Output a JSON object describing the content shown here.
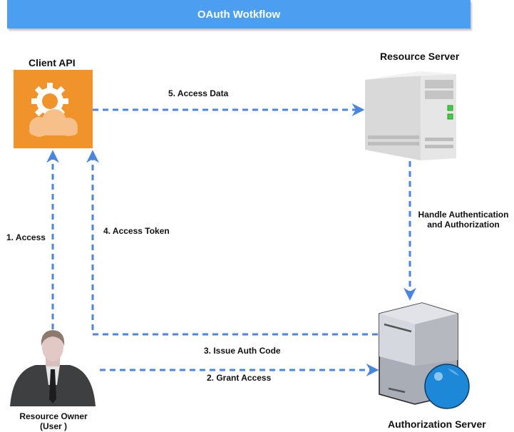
{
  "title": "OAuth Wotkflow",
  "colors": {
    "title_bar": "#4c9ff0",
    "arrow": "#4a86e0",
    "client_box": "#f0932b"
  },
  "nodes": {
    "client_api": {
      "label": "Client API",
      "icon": "gear-cloud-icon"
    },
    "resource_server": {
      "label": "Resource Server",
      "icon": "server-tower-icon"
    },
    "authorization_server": {
      "label": "Authorization Server",
      "icon": "server-globe-icon"
    },
    "resource_owner": {
      "label_line1": "Resource Owner",
      "label_line2": "(User )",
      "icon": "businessman-icon"
    }
  },
  "edges": [
    {
      "id": "access",
      "label": "1. Access",
      "from": "resource_owner",
      "to": "client_api"
    },
    {
      "id": "grant-access",
      "label": "2. Grant Access",
      "from": "resource_owner",
      "to": "authorization_server"
    },
    {
      "id": "issue-auth-code",
      "label": "3. Issue Auth Code",
      "from": "authorization_server",
      "to": "client_api"
    },
    {
      "id": "access-token",
      "label": "4.  Access Token",
      "from": "authorization_server",
      "to": "client_api"
    },
    {
      "id": "access-data",
      "label": "5.  Access Data",
      "from": "client_api",
      "to": "resource_server"
    },
    {
      "id": "handle-auth",
      "label_line1": "Handle Authentication",
      "label_line2": "and Authorization",
      "from": "resource_server",
      "to": "authorization_server"
    }
  ]
}
